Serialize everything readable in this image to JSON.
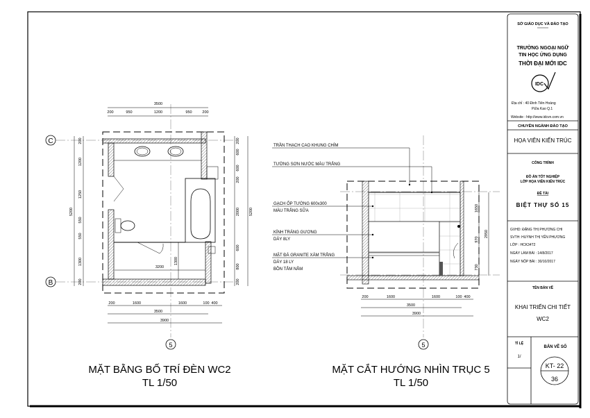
{
  "title_block": {
    "department": "SỞ GIÁO DỤC VÀ ĐÀO TẠO",
    "school_line1": "TRƯỜNG NGOẠI NGỮ",
    "school_line2": "TIN HỌC ỨNG DỤNG",
    "school_name": "THỜI ĐẠI MỚI IDC",
    "logo_text": "IDC",
    "address_line1": "Địa chỉ   : 40 Đinh Tiên Hoàng",
    "address_line2": "P.Đa Kao    Q.1",
    "website": "Website : http://www.idcvn.com.vn",
    "major_label": "CHUYÊN NGÀNH ĐÀO TẠO",
    "major": "HỌA VIÊN KIẾN TRÚC",
    "project_label": "CÔNG TRÌNH",
    "project_line1": "ĐỒ ÁN TỐT NGHIỆP",
    "project_line2": "LỚP HỌA VIÊN KIẾN TRÚC",
    "topic_label": "ĐỀ TÀI",
    "topic": "BIỆT THỰ SỐ 15",
    "instructor": "GVHD: ĐẶNG THỊ PHƯƠNG CHI",
    "student": "SVTH: HUỲNH THỊ YẾN PHƯƠNG",
    "class": "LỚP  : HCK34T2",
    "start_date": "NGÀY LÀM BÀI : 14/8/2017",
    "submit_date": "NGÀY NỘP BÀI : 30/10/2017",
    "drawing_name_label": "TÊN BẢN VẼ",
    "drawing_name_line1": "KHAI TRIỂN CHI TIẾT",
    "drawing_name_line2": "WC2",
    "scale_label": "TỈ LỆ",
    "scale_value": "1/",
    "sheet_label": "BẢN VẼ SỐ",
    "sheet_code": "KT- 22",
    "sheet_number": "36"
  },
  "plan": {
    "title": "MẶT BẰNG BỐ TRÍ ĐÈN WC2",
    "scale": "TL 1/50",
    "axis_c": "C",
    "axis_b": "B",
    "axis_5": "5",
    "top_total": "3500",
    "top_dims": [
      "200",
      "950",
      "1200",
      "950",
      "200"
    ],
    "left_total": "5200",
    "left_dims": [
      "200",
      "1200",
      "1250",
      "550",
      "550",
      "1300",
      "200"
    ],
    "right_total": "5200",
    "right_dims": [
      "200",
      "600",
      "600",
      "200",
      "2000",
      "600",
      "800",
      "200"
    ],
    "inner_width": "3200",
    "inner_height": "1300",
    "bottom_dims": [
      "200",
      "1600",
      "1600",
      "100",
      "400"
    ],
    "bottom_total1": "3500",
    "bottom_total2": "3900"
  },
  "section": {
    "title": "MẶT CẮT HƯỚNG NHÌN TRỤC 5",
    "scale": "TL 1/50",
    "axis_5": "5",
    "notes": [
      "TRẦN THẠCH CAO KHUNG CHÌM",
      "TƯỜNG SƠN NƯỚC MÀU TRẮNG",
      "GẠCH ỐP TƯỜNG 600x300",
      "MÀU TRẮNG SỮA",
      "KÍNH TRÁNG GƯƠNG",
      "DÀY 8LY",
      "MẶT ĐÁ GRANITE XÁM TRẮNG",
      "DÀY 18 LY",
      "BỒN TẮM NẰM"
    ],
    "right_dims": [
      "1650",
      "970",
      "730"
    ],
    "right_total": "2950",
    "bottom_dims": [
      "200",
      "1600",
      "1600",
      "100",
      "400"
    ],
    "bottom_total1": "3500",
    "bottom_total2": "3900"
  }
}
